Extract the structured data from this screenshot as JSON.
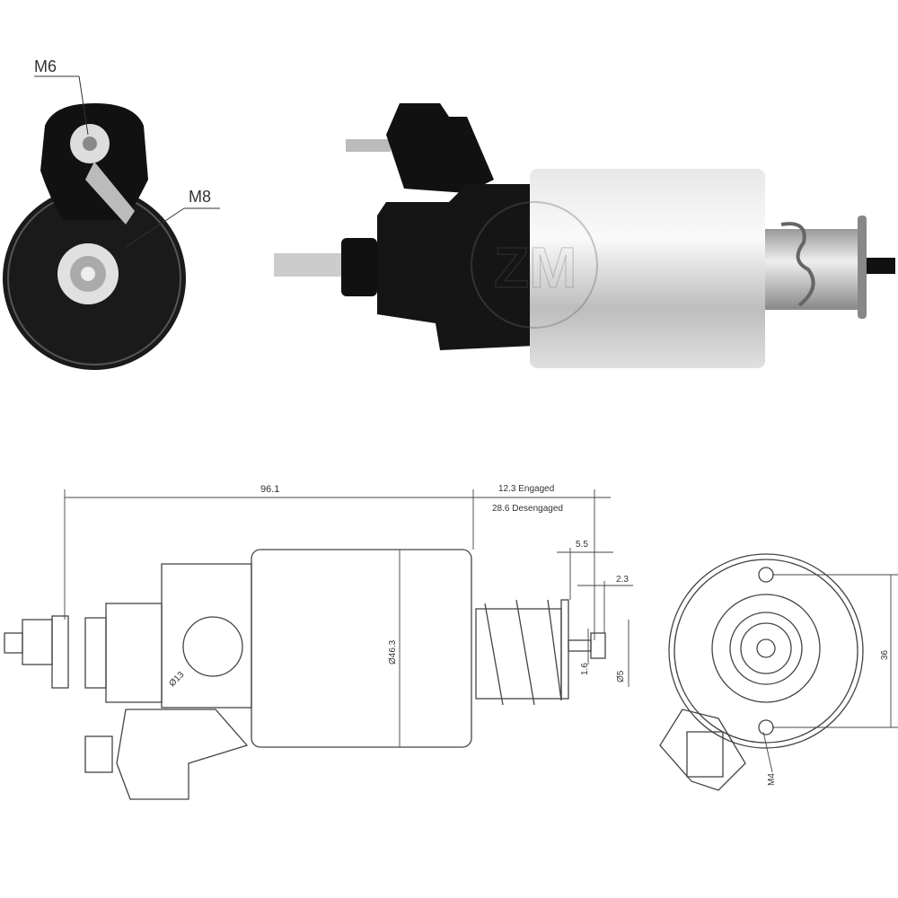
{
  "photo_labels": {
    "front_stud": "M6",
    "main_stud": "M8"
  },
  "watermark": "ZM",
  "dimensions": {
    "overall_length": "96.1",
    "engaged": "12.3 Engaged",
    "disengaged": "28.6 Desengaged",
    "plunger_offset": "5.5",
    "plunger_tip": "2.3",
    "body_diameter": "Ø46.3",
    "terminal_diameter": "Ø13",
    "plunger_hole": "1.6",
    "tip_diameter": "Ø5",
    "mount_spacing": "36",
    "mount_thread": "M4"
  },
  "colors": {
    "body": "#c8c8c8",
    "cap": "#111111",
    "line": "#444444"
  }
}
